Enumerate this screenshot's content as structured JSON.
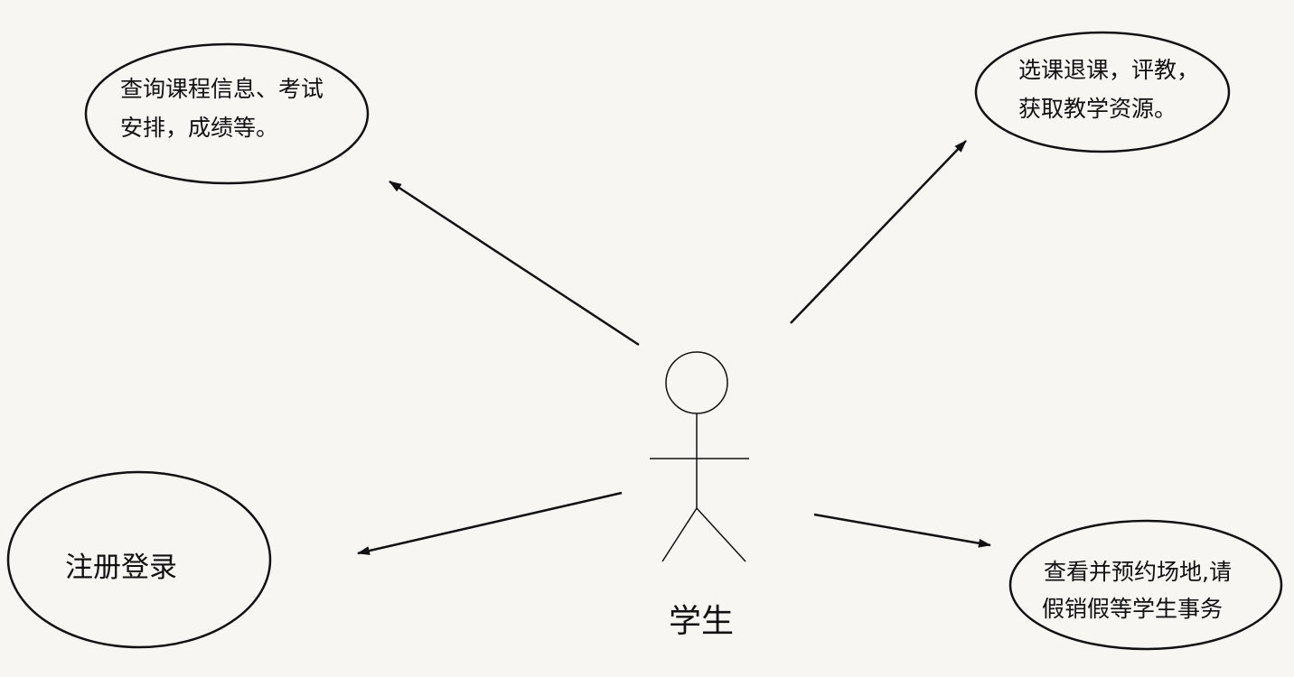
{
  "actor": {
    "name": "学生"
  },
  "use_cases": {
    "query": {
      "lines": [
        "查询课程信息、考试",
        "安排，成绩等。"
      ]
    },
    "course": {
      "lines": [
        "选课退课，评教，",
        "获取教学资源。"
      ]
    },
    "register": {
      "lines": [
        "注册登录"
      ]
    },
    "venue": {
      "lines": [
        "查看并预约场地,请",
        "假销假等学生事务"
      ]
    }
  },
  "colors": {
    "background": "#f7f6f3",
    "stroke": "#111111"
  }
}
